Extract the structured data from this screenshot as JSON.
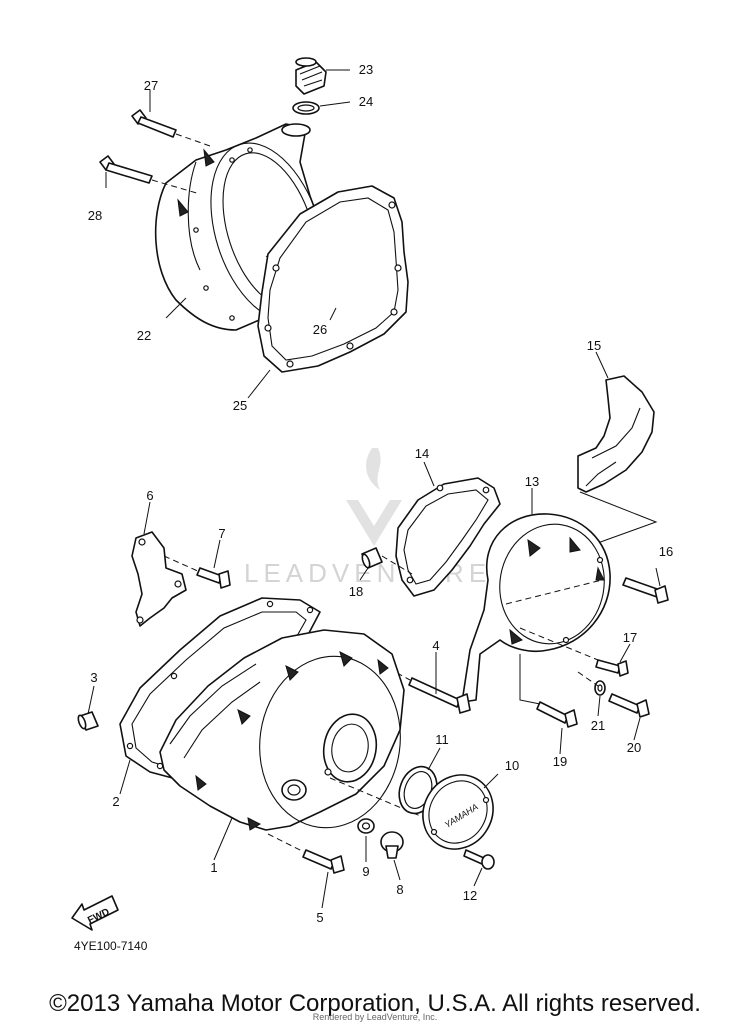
{
  "diagram": {
    "callouts": {
      "p1": "1",
      "p2": "2",
      "p3": "3",
      "p4": "4",
      "p5": "5",
      "p6": "6",
      "p7": "7",
      "p8": "8",
      "p9": "9",
      "p10": "10",
      "p11": "11",
      "p12": "12",
      "p13": "13",
      "p14": "14",
      "p15": "15",
      "p16": "16",
      "p17": "17",
      "p18": "18",
      "p19": "19",
      "p20": "20",
      "p21": "21",
      "p22": "22",
      "p23": "23",
      "p24": "24",
      "p25": "25",
      "p26": "26",
      "p27": "27",
      "p28": "28"
    },
    "diagram_code": "4YE100-7140",
    "fwd_label": "FWD",
    "cover_logo": "YAMAHA",
    "watermark": "LEADVENTURE"
  },
  "footer": {
    "copyright": "©2013 Yamaha Motor Corporation, U.S.A. All rights reserved.",
    "rendered_by": "Rendered by LeadVenture, Inc."
  }
}
